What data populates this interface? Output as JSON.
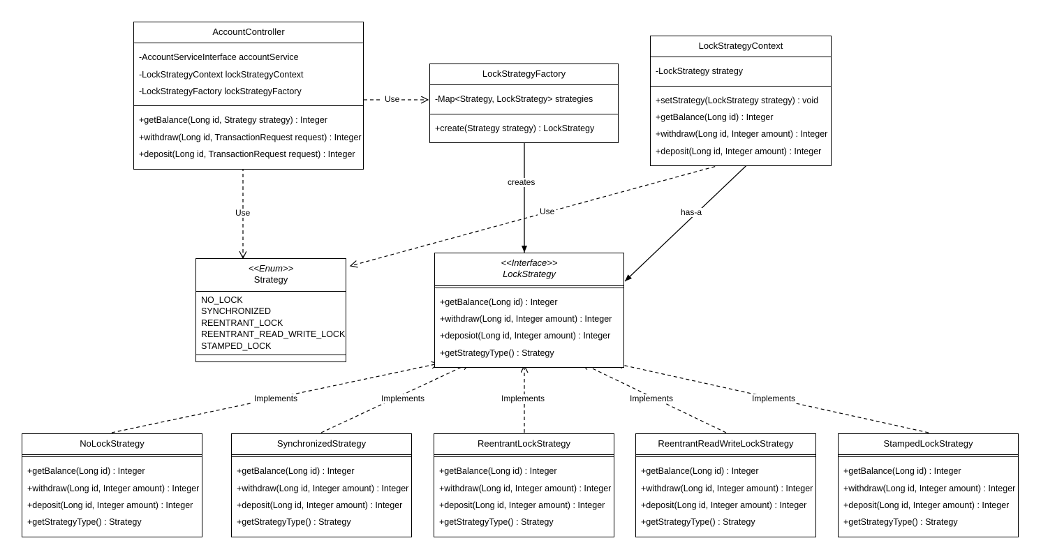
{
  "diagram": {
    "title": "Lock Strategy UML Class Diagram",
    "type": "uml-class-diagram",
    "background": "#ffffff",
    "line_color": "#000000"
  },
  "classes": {
    "account_controller": {
      "name": "AccountController",
      "attributes": [
        "-AccountServiceInterface accountService",
        "-LockStrategyContext lockStrategyContext",
        "-LockStrategyFactory lockStrategyFactory"
      ],
      "methods": [
        "+getBalance(Long id, Strategy strategy) : Integer",
        "+withdraw(Long id, TransactionRequest request) : Integer",
        "+deposit(Long id, TransactionRequest request) : Integer"
      ]
    },
    "lock_strategy_factory": {
      "name": "LockStrategyFactory",
      "attributes": [
        "-Map<Strategy, LockStrategy> strategies"
      ],
      "methods": [
        "+create(Strategy strategy) : LockStrategy"
      ]
    },
    "lock_strategy_context": {
      "name": "LockStrategyContext",
      "attributes": [
        "-LockStrategy strategy"
      ],
      "methods": [
        "+setStrategy(LockStrategy strategy) : void",
        "+getBalance(Long id) : Integer",
        "+withdraw(Long id, Integer amount) : Integer",
        "+deposit(Long id, Integer amount) : Integer"
      ]
    },
    "strategy_enum": {
      "stereotype": "<<Enum>>",
      "name": "Strategy",
      "values": [
        "NO_LOCK",
        "SYNCHRONIZED",
        "REENTRANT_LOCK",
        "REENTRANT_READ_WRITE_LOCK",
        "STAMPED_LOCK"
      ],
      "methods": []
    },
    "lock_strategy_interface": {
      "stereotype": "<<Interface>>",
      "name": "LockStrategy",
      "attributes": [],
      "methods": [
        "+getBalance(Long id) : Integer",
        "+withdraw(Long id, Integer amount) : Integer",
        "+deposiot(Long id, Integer amount) : Integer",
        "+getStrategyType() : Strategy"
      ]
    },
    "no_lock_strategy": {
      "name": "NoLockStrategy",
      "attributes": [],
      "methods": [
        "+getBalance(Long id) : Integer",
        "+withdraw(Long id, Integer amount) : Integer",
        "+deposit(Long id, Integer amount) : Integer",
        "+getStrategyType() : Strategy"
      ]
    },
    "synchronized_strategy": {
      "name": "SynchronizedStrategy",
      "attributes": [],
      "methods": [
        "+getBalance(Long id) : Integer",
        "+withdraw(Long id, Integer amount) : Integer",
        "+deposit(Long id, Integer amount) : Integer",
        "+getStrategyType() : Strategy"
      ]
    },
    "reentrant_lock_strategy": {
      "name": "ReentrantLockStrategy",
      "attributes": [],
      "methods": [
        "+getBalance(Long id) : Integer",
        "+withdraw(Long id, Integer amount) : Integer",
        "+deposit(Long id, Integer amount) : Integer",
        "+getStrategyType() : Strategy"
      ]
    },
    "reentrant_read_write_lock_strategy": {
      "name": "ReentrantReadWriteLockStrategy",
      "attributes": [],
      "methods": [
        "+getBalance(Long id) : Integer",
        "+withdraw(Long id, Integer amount) : Integer",
        "+deposit(Long id, Integer amount) : Integer",
        "+getStrategyType() : Strategy"
      ]
    },
    "stamped_lock_strategy": {
      "name": "StampedLockStrategy",
      "attributes": [],
      "methods": [
        "+getBalance(Long id) : Integer",
        "+withdraw(Long id, Integer amount) : Integer",
        "+deposit(Long id, Integer amount) : Integer",
        "+getStrategyType() : Strategy"
      ]
    }
  },
  "relationships": [
    {
      "id": "use_controller_factory",
      "label": "Use",
      "style": "dashed",
      "arrow": "open",
      "from": "AccountController",
      "to": "LockStrategyFactory"
    },
    {
      "id": "use_controller_strategy",
      "label": "Use",
      "style": "dashed",
      "arrow": "open",
      "from": "AccountController",
      "to": "Strategy"
    },
    {
      "id": "creates_factory_lockstrategy",
      "label": "creates",
      "style": "solid",
      "arrow": "filled",
      "from": "LockStrategyFactory",
      "to": "LockStrategy"
    },
    {
      "id": "use_context_strategy",
      "label": "Use",
      "style": "dashed",
      "arrow": "open",
      "from": "LockStrategyContext",
      "to": "Strategy"
    },
    {
      "id": "hasa_context_lockstrategy",
      "label": "has-a",
      "style": "solid",
      "arrow": "filled",
      "from": "LockStrategyContext",
      "to": "LockStrategy"
    },
    {
      "id": "implements_nolock",
      "label": "Implements",
      "style": "dashed",
      "arrow": "open",
      "from": "NoLockStrategy",
      "to": "LockStrategy"
    },
    {
      "id": "implements_synchronized",
      "label": "Implements",
      "style": "dashed",
      "arrow": "open",
      "from": "SynchronizedStrategy",
      "to": "LockStrategy"
    },
    {
      "id": "implements_reentrant",
      "label": "Implements",
      "style": "dashed",
      "arrow": "open",
      "from": "ReentrantLockStrategy",
      "to": "LockStrategy"
    },
    {
      "id": "implements_reentrant_rw",
      "label": "Implements",
      "style": "dashed",
      "arrow": "open",
      "from": "ReentrantReadWriteLockStrategy",
      "to": "LockStrategy"
    },
    {
      "id": "implements_stamped",
      "label": "Implements",
      "style": "dashed",
      "arrow": "open",
      "from": "StampedLockStrategy",
      "to": "LockStrategy"
    }
  ]
}
